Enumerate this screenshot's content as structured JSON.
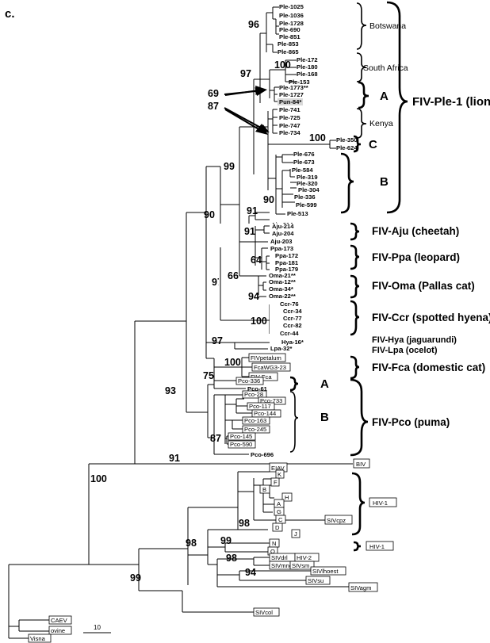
{
  "panel_label": "c.",
  "bootstrap": {
    "b96": "96",
    "b97a": "97",
    "b100sa": "100",
    "b69": "69",
    "b87a": "87",
    "b100c": "100",
    "b99a": "99",
    "b90a": "90",
    "b90b": "90",
    "b91a": "91",
    "b64": "64",
    "b66": "66",
    "b94a": "94",
    "b100ccr": "100",
    "b97b": "97",
    "b100fca": "100",
    "b75": "75",
    "b93": "93",
    "b87b": "87",
    "b91b": "91",
    "b100root": "100",
    "b98a": "98",
    "b98b": "98",
    "b99b": "99",
    "b98c": "98",
    "b99c": "99",
    "b94b": "94"
  },
  "leaves": {
    "ple1025": "Ple-1025",
    "ple1036": "Ple-1036",
    "ple1728": "Ple-1728",
    "ple690": "Ple-690",
    "ple851": "Ple-851",
    "ple853": "Ple-853",
    "ple865": "Ple-865",
    "ple172": "Ple-172",
    "ple180": "Ple-180",
    "ple168": "Ple-168",
    "ple153": "Ple-153",
    "ple1773": "Ple-1773**",
    "ple1727": "Ple-1727",
    "pun84": "Pun-84*",
    "ple741": "Ple-741",
    "ple725": "Ple-725",
    "ple747": "Ple-747",
    "ple734": "Ple-734",
    "ple350": "Ple-350",
    "ple624": "Ple-624",
    "ple676": "Ple-676",
    "ple673": "Ple-673",
    "ple584": "Ple-584",
    "ple319": "Ple-319",
    "ple320": "Ple-320",
    "ple304": "Ple-304",
    "ple336": "Ple-336",
    "ple599": "Ple-599",
    "ple513": "Ple-513",
    "aju214": "Aju-214",
    "aju204": "Aju-204",
    "aju203": "Aju-203",
    "ppa173": "Ppa-173",
    "ppa172": "Ppa-172",
    "ppa181": "Ppa-181",
    "ppa179": "Ppa-179",
    "oma21": "Oma-21**",
    "oma12": "Oma-12**",
    "oma34": "Oma-34*",
    "oma22": "Oma-22**",
    "ccr76": "Ccr-76",
    "ccr34": "Ccr-34",
    "ccr77": "Ccr-77",
    "ccr82": "Ccr-82",
    "ccr44": "Ccr-44",
    "hya16": "Hya-16*",
    "lpa32": "Lpa-32*",
    "fivpetalum": "FIVpetalum",
    "fcawg323": "FcaWG3-23",
    "fivfca": "FIV-Fca",
    "pco336": "Pco-336",
    "pco61": "Pco-61",
    "pco28": "Pco-28",
    "pco733": "Pco-733",
    "pco117": "Pco-117",
    "pco144": "Pco-144",
    "pco163": "Pco-163",
    "pco245": "Pco-245",
    "pco145": "Pco-145",
    "pco590": "Pco-590",
    "pco696": "Pco-696",
    "biv": "BIV",
    "eiav": "EIAV",
    "k": "K",
    "f": "F",
    "b": "B",
    "h": "H",
    "a": "A",
    "g": "G",
    "c": "C",
    "d": "D",
    "j": "J",
    "sivcpz": "SIVcpz",
    "n": "N",
    "o": "O",
    "hiv1o": "HIV-1",
    "sivdrl": "SIVdrl",
    "sivmnd": "SIVmnd",
    "hiv2": "HIV-2",
    "sivsm": "SIVsm",
    "sivlhoest": "SIVlhoest",
    "sivsu": "SIVsu",
    "sivagm": "SIVagm",
    "sivcol": "SIVcol",
    "caev": "CAEV",
    "ovine": "ovine",
    "visna": "Visna"
  },
  "groups": {
    "botswana": "Botswana",
    "south_africa": "South Africa",
    "kenya": "Kenya",
    "sub_a": "A",
    "sub_c": "C",
    "sub_b": "B",
    "fiv_ple": "FIV-Ple-1 (lion)",
    "fiv_aju": "FIV-Aju (cheetah)",
    "fiv_ppa": "FIV-Ppa (leopard)",
    "fiv_oma": "FIV-Oma (Pallas cat)",
    "fiv_ccr": "FIV-Ccr (spotted hyena)",
    "fiv_hya": "FIV-Hya (jaguarundi)",
    "fiv_lpa": "FIV-Lpa (ocelot)",
    "fiv_fca": "FIV-Fca (domestic cat)",
    "pco_a": "A",
    "pco_b": "B",
    "fiv_pco": "FIV-Pco (puma)",
    "biv_box": "BIV",
    "hiv1_box": "HIV-1",
    "hiv1_box2": "HIV-1"
  },
  "scale_bar": "10"
}
